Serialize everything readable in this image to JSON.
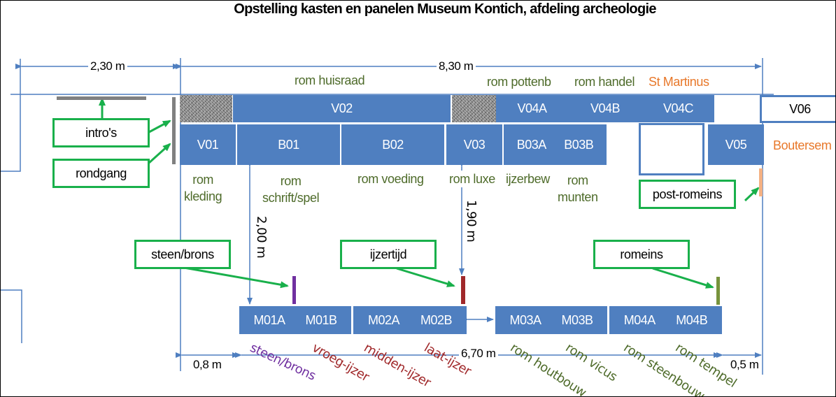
{
  "title": "Opstelling kasten en panelen Museum Kontich, afdeling archeologie",
  "dimensions": {
    "left_width": "2,30 m",
    "main_width": "8,30 m",
    "depth": "2,00 m",
    "gap": "1,90 m",
    "offset_left": "0,8 m",
    "bottom_width": "6,70 m",
    "offset_right": "0,5 m"
  },
  "cabinets": {
    "v02": "V02",
    "v04a": "V04A",
    "v04b": "V04B",
    "v04c": "V04C",
    "v06": "V06",
    "v01": "V01",
    "b01": "B01",
    "b02": "B02",
    "v03": "V03",
    "b03a": "B03A",
    "b03b": "B03B",
    "v05": "V05",
    "m01a": "M01A",
    "m01b": "M01B",
    "m02a": "M02A",
    "m02b": "M02B",
    "m03a": "M03A",
    "m03b": "M03B",
    "m04a": "M04A",
    "m04b": "M04B"
  },
  "top_labels": {
    "huisraad": "rom huisraad",
    "pottenb": "rom pottenb",
    "handel": "rom handel",
    "martinus": "St Martinus",
    "boutersem": "Boutersem"
  },
  "row_labels": {
    "kleding": [
      "rom",
      "kleding"
    ],
    "schrift": [
      "rom",
      "schrift/spel"
    ],
    "voeding": "rom voeding",
    "luxe": "rom luxe",
    "ijzerbew": "ijzerbew",
    "munten": [
      "rom",
      "munten"
    ]
  },
  "callouts": {
    "intros": "intro's",
    "rondgang": "rondgang",
    "steen_brons": "steen/brons",
    "ijzertijd": "ijzertijd",
    "romeins": "romeins",
    "post_romeins": "post-romeins"
  },
  "bottom_labels": {
    "steen_brons": "steen/brons",
    "vroeg_ijzer": "vroeg-ijzer",
    "midden_ijzer": "midden-ijzer",
    "laat_ijzer": "laat-ijzer",
    "houtbouw": "rom houtbouw",
    "vicus": "rom vicus",
    "steenbouw": "rom steenbouw",
    "tempel": "rom tempel"
  },
  "colors": {
    "cabinet": "#4f7fc0",
    "callout_border": "#19b04b",
    "label_green": "#4e6b2a",
    "orange": "#e8782a",
    "purple": "#7030a0",
    "dark_red": "#a0282a",
    "olive": "#77933c"
  }
}
